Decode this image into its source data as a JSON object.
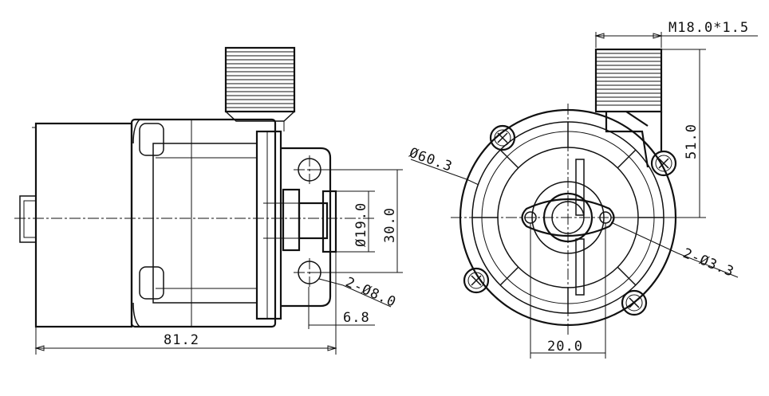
{
  "dimensions": {
    "thread": "M18.0*1.5",
    "outer_diameter": "Ø60.3",
    "height_to_outlet": "51.0",
    "hole_diameter_left": "2-Ø8.0",
    "hole_diameter_right": "2-Ø3.3",
    "inlet_diameter": "Ø19.0",
    "hole_spacing": "30.0",
    "flange_offset": "6.8",
    "overall_length": "81.2",
    "hole_center_spacing": "20.0"
  }
}
